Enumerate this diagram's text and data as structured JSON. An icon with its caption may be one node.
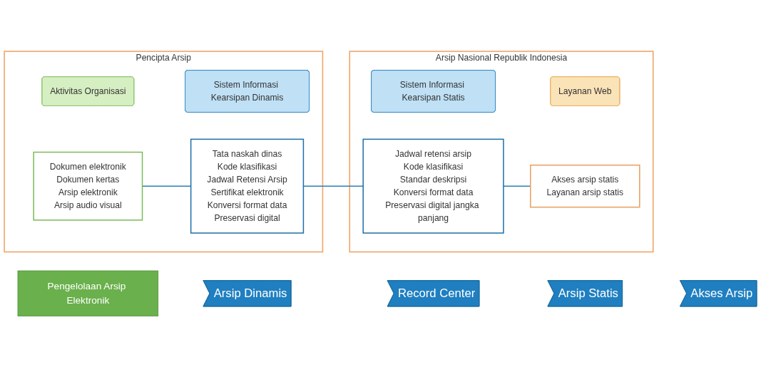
{
  "diagram": {
    "nodes": [
      {
        "text": [
          "Pengelolaan Arsip Elektronik"
        ]
      },
      {
        "text": [
          "Arsip Dinamis"
        ]
      },
      {
        "text": [
          "Record Center"
        ]
      },
      {
        "text": [
          "Arsip Statis"
        ]
      },
      {
        "text": [
          "Akses Arsip"
        ]
      },
      {
        "text": [
          "Pencipta Arsip"
        ]
      },
      {
        "text": [
          "Aktivitas Organisasi"
        ],
        "in": 5
      },
      {
        "text": [
          "Sistem Informasi Kearsipan Dinamis"
        ],
        "in": 5
      },
      {
        "text": [
          "Dokumen elektronik",
          "Dokumen kertas",
          "Arsip elektronik",
          "Arsip audio visual"
        ],
        "in": 5
      },
      {
        "text": [
          "Tata naskah dinas",
          "Kode klasifikasi",
          "Jadwal Retensi Arsip",
          "Sertifikat elektronik",
          "Konversi format data",
          "Preservasi digital"
        ],
        "in": 5
      },
      {
        "text": [
          "Arsip Nasional Republik Indonesia"
        ]
      },
      {
        "text": [
          "Sistem Informasi Kearsipan Statis"
        ],
        "in": 10
      },
      {
        "text": [
          "Layanan Web"
        ],
        "in": 10
      },
      {
        "text": [
          "Jadwal retensi arsip",
          "Kode klasifikasi",
          "Standar deskripsi",
          "Konversi format data",
          "Preservasi digital jangka panjang"
        ],
        "in": 10
      },
      {
        "text": [
          "Akses arsip statis",
          "Layanan arsip statis"
        ],
        "in": 10
      }
    ],
    "edges": [
      {
        "from": 8,
        "to": 9,
        "arrow": "none"
      },
      {
        "from": 9,
        "to": 13,
        "arrow": "none"
      },
      {
        "from": 13,
        "to": 14,
        "arrow": "none"
      }
    ]
  }
}
